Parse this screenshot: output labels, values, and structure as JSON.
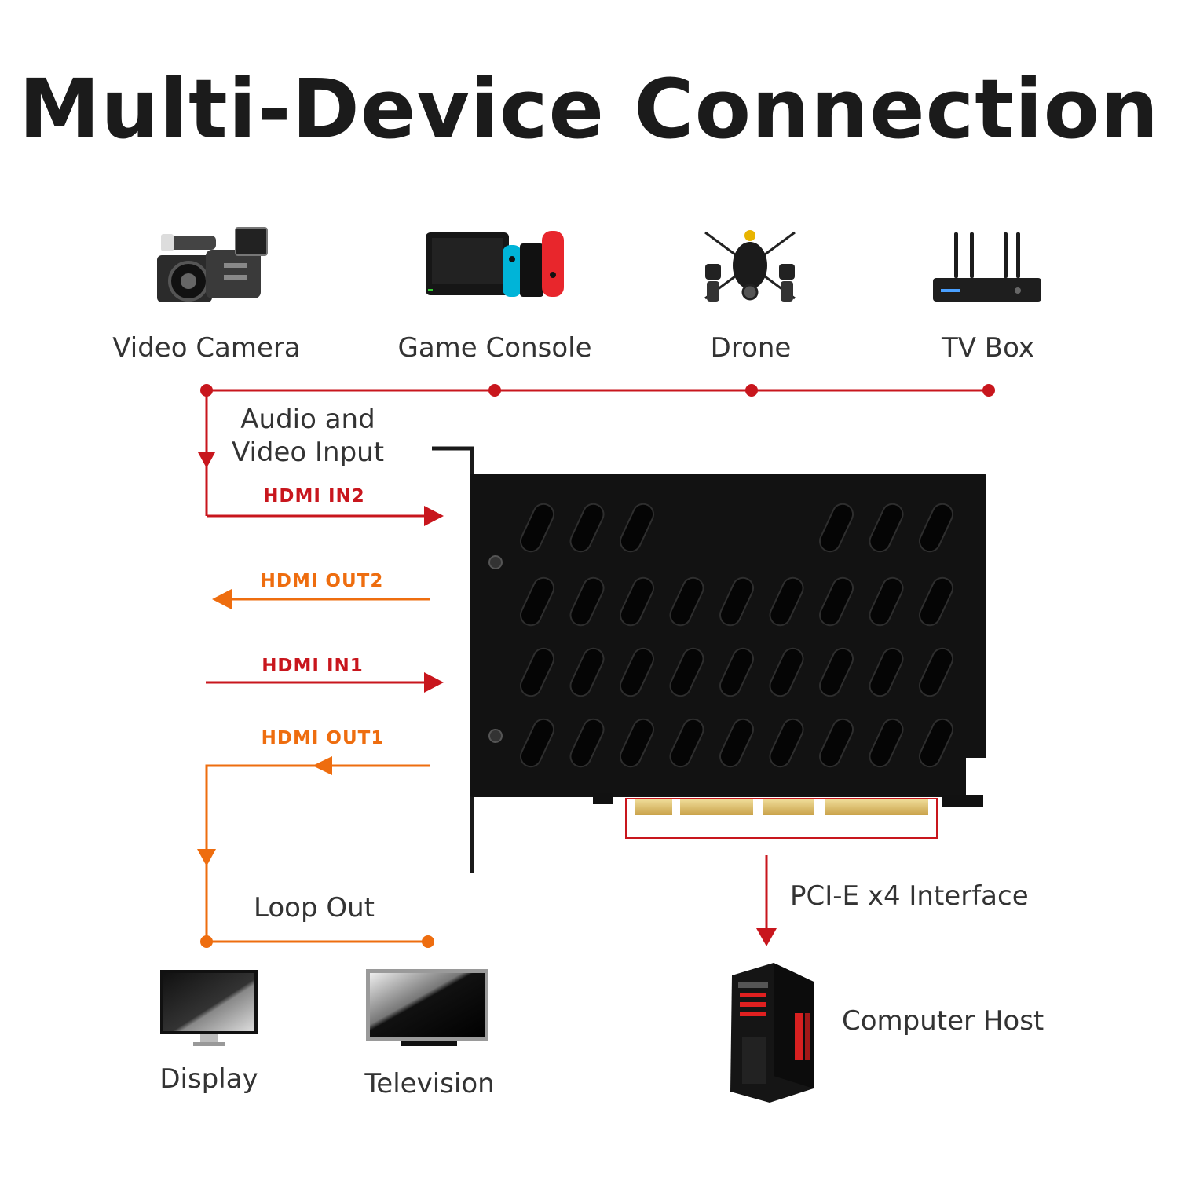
{
  "title": "Multi-Device Connection",
  "sources": [
    {
      "label": "Video Camera",
      "icon": "video-camera-icon"
    },
    {
      "label": "Game Console",
      "icon": "game-console-icon"
    },
    {
      "label": "Drone",
      "icon": "drone-icon"
    },
    {
      "label": "TV Box",
      "icon": "tv-box-icon"
    }
  ],
  "input_label_line1": "Audio and",
  "input_label_line2": "Video Input",
  "ports": {
    "in2": "HDMI IN2",
    "out2": "HDMI OUT2",
    "in1": "HDMI IN1",
    "out1": "HDMI OUT1"
  },
  "loop_out": "Loop Out",
  "outputs": [
    {
      "label": "Display",
      "icon": "display-icon"
    },
    {
      "label": "Television",
      "icon": "television-icon"
    }
  ],
  "interface_label": "PCI-E x4 Interface",
  "host_label": "Computer Host",
  "colors": {
    "input": "#c8161d",
    "output": "#ee6d0f",
    "card": "#121212"
  }
}
